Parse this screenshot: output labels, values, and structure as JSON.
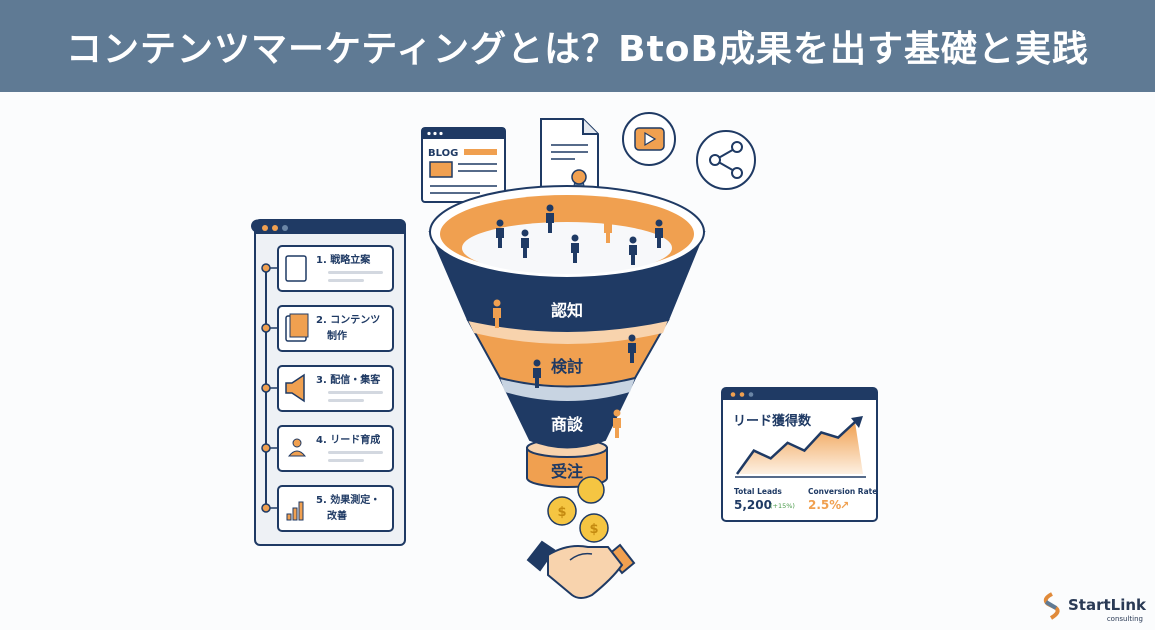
{
  "title": "コンテンツマーケティングとは？BtoB成果を出す基礎と実践",
  "colors": {
    "header": "#5f7a94",
    "navy": "#1f3a64",
    "orange": "#f0a050",
    "light_orange": "#f8d3ad",
    "green": "#4a9a4a"
  },
  "content_icons": {
    "blog_label": "BLOG"
  },
  "process_steps": [
    {
      "label": "1. 戦略立案",
      "icon": "clipboard-icon"
    },
    {
      "label": "2. コンテンツ",
      "label2": "制作",
      "icon": "documents-icon"
    },
    {
      "label": "3. 配信・集客",
      "icon": "megaphone-icon"
    },
    {
      "label": "4. リード育成",
      "icon": "people-icon"
    },
    {
      "label": "5. 効果測定・",
      "label2": "改善",
      "icon": "bar-chart-icon"
    }
  ],
  "funnel": {
    "stages": [
      "認知",
      "検討",
      "商談",
      "受注"
    ]
  },
  "metrics_panel": {
    "title": "リード獲得数",
    "total_leads_label": "Total Leads",
    "total_leads_value": "5,200",
    "total_leads_change": "(+15%)",
    "conversion_label": "Conversion Rate",
    "conversion_value": "2.5%",
    "trend": [
      0.0,
      0.45,
      0.3,
      0.6,
      0.45,
      0.8,
      0.7,
      1.0
    ]
  },
  "logo": {
    "name": "StartLink",
    "sub": "consulting"
  }
}
